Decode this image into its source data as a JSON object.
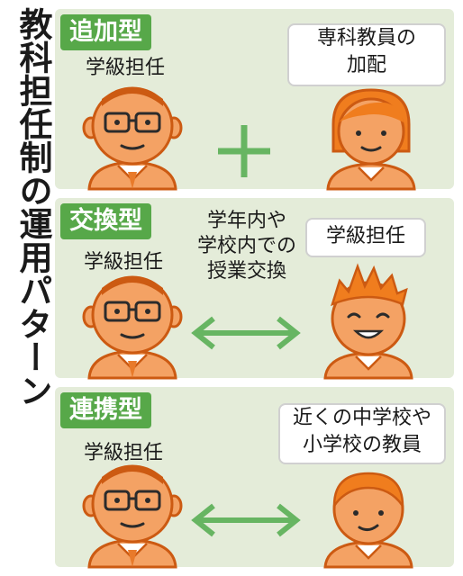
{
  "title": "教科担任制の運用パターン",
  "panels": [
    {
      "tag": "追加型",
      "left_label": "学級担任",
      "right_bubble_line1": "専科教員の",
      "right_bubble_line2": "加配",
      "symbol": "plus"
    },
    {
      "tag": "交換型",
      "left_label": "学級担任",
      "center_line1": "学年内や",
      "center_line2": "学校内での",
      "center_line3": "授業交換",
      "right_bubble_line1": "学級担任",
      "symbol": "double-arrow"
    },
    {
      "tag": "連携型",
      "left_label": "学級担任",
      "right_bubble_line1": "近くの中学校や",
      "right_bubble_line2": "小学校の教員",
      "symbol": "double-arrow"
    }
  ],
  "colors": {
    "panel_bg": "#e4ecd9",
    "tag_bg": "#57a849",
    "symbol": "#67b562",
    "skin": "#f4a264",
    "outline": "#cc5a12",
    "hair_orange": "#f07d1e"
  }
}
